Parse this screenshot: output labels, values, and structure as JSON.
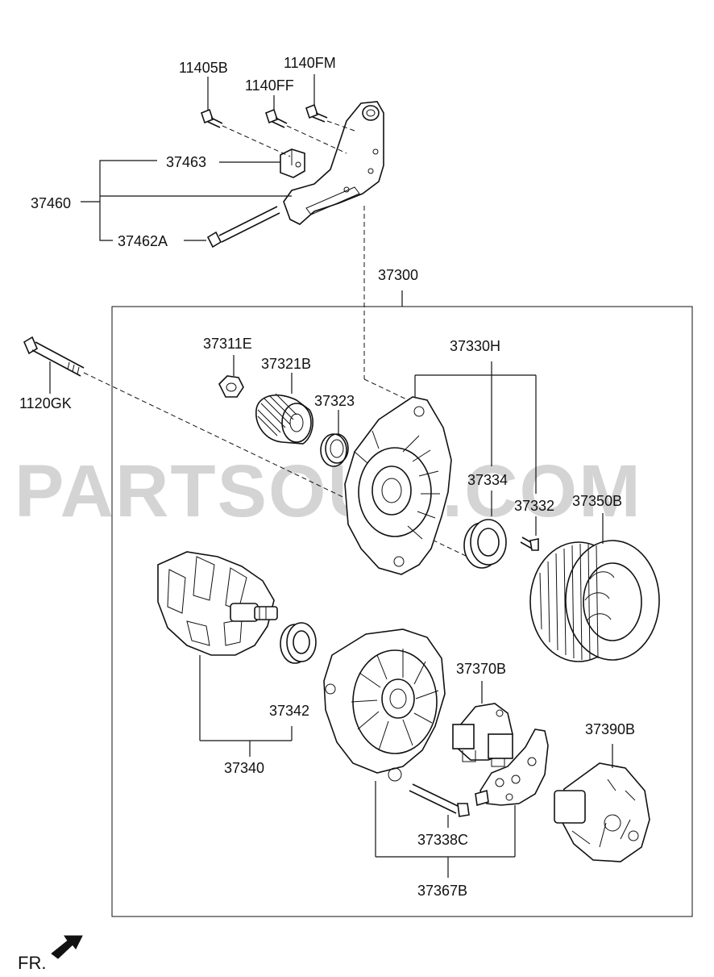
{
  "labels": {
    "p11405B": "11405B",
    "p1140FM": "1140FM",
    "p1140FF": "1140FF",
    "p37463": "37463",
    "p37460": "37460",
    "p37462A": "37462A",
    "p37300": "37300",
    "p1120GK": "1120GK",
    "p37311E": "37311E",
    "p37321B": "37321B",
    "p37323": "37323",
    "p37330H": "37330H",
    "p37334": "37334",
    "p37332": "37332",
    "p37350B": "37350B",
    "p37370B": "37370B",
    "p37342": "37342",
    "p37340": "37340",
    "p37390B": "37390B",
    "p37338C": "37338C",
    "p37367B": "37367B"
  },
  "watermark": "PARTSOUQ.COM",
  "direction_label": "FR."
}
